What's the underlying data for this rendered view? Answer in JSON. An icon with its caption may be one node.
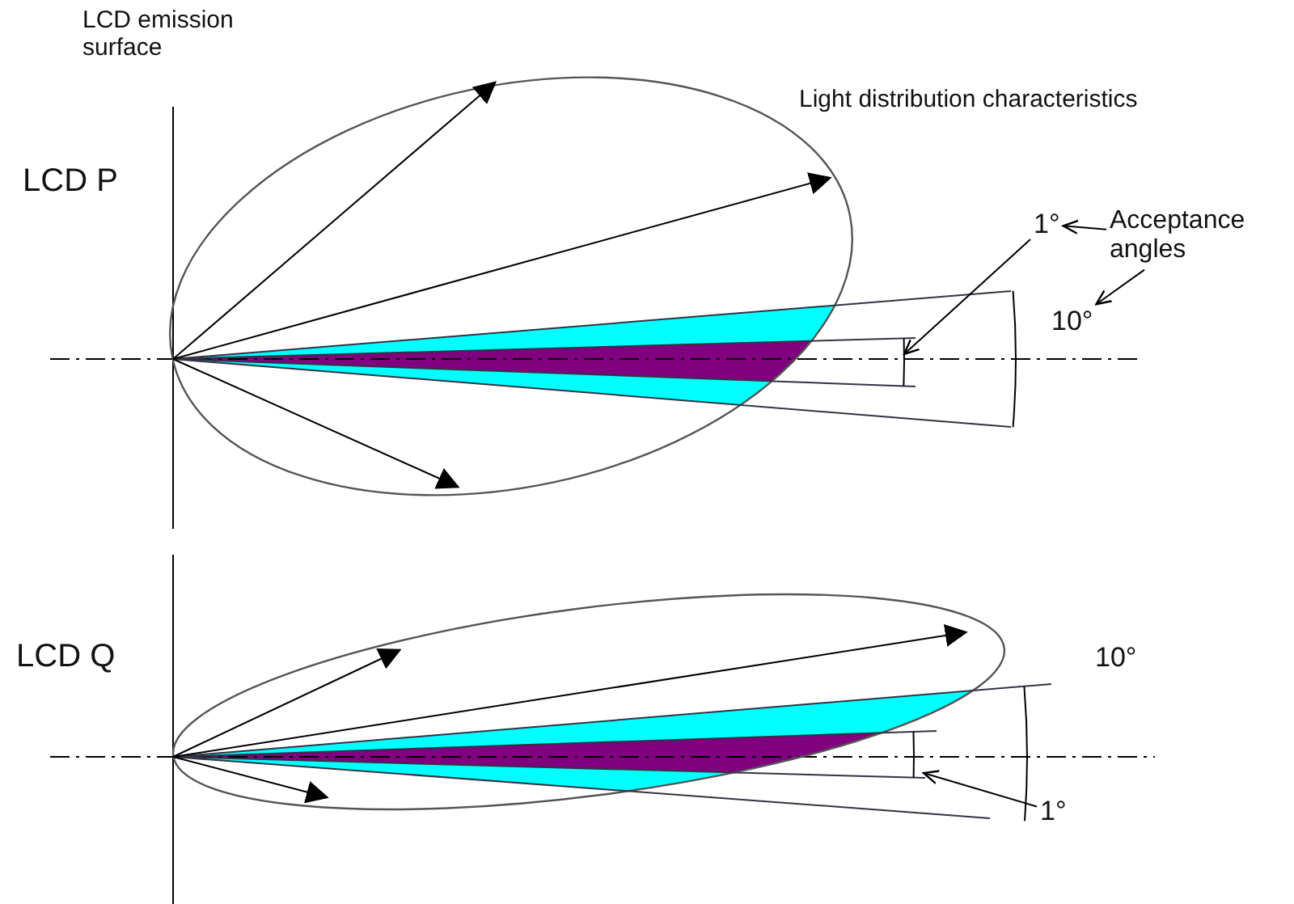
{
  "diagram": {
    "nodes": [
      {
        "text": [
          "1°"
        ]
      },
      {
        "text": [
          "Acceptance angles"
        ]
      },
      {
        "text": [
          "10°"
        ]
      },
      {
        "text": [
          "1°"
        ]
      }
    ],
    "edges": [
      {
        "from": 1,
        "to": 0,
        "arrow": "to"
      },
      {
        "from": 1,
        "to": 2,
        "arrow": "to"
      },
      {
        "from": 0,
        "to": null,
        "arrow": "to"
      },
      {
        "from": 3,
        "to": null,
        "arrow": "to"
      }
    ],
    "labels": [
      "LCD emission surface",
      "Light distribution characteristics",
      "LCD P",
      "LCD Q",
      "10°"
    ]
  }
}
